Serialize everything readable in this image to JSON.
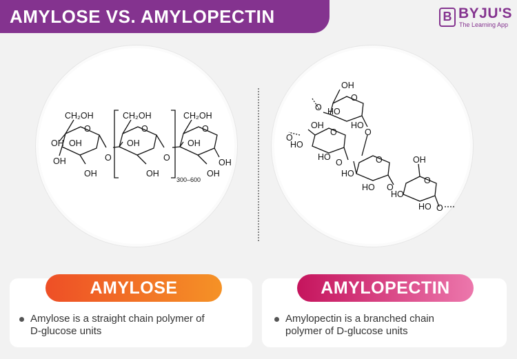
{
  "header": {
    "title": "AMYLOSE VS. AMYLOPECTIN"
  },
  "brand": {
    "mark": "B",
    "name": "BYJU'S",
    "tagline": "The Learning App"
  },
  "amylose": {
    "heading": "AMYLOSE",
    "description_line1": "Amylose is a straight chain polymer of",
    "description_line2": "D-glucose units",
    "labels": {
      "ch2oh": "CH₂OH",
      "oh": "OH",
      "o": "O",
      "repeat": "300–600"
    }
  },
  "amylopectin": {
    "heading": "AMYLOPECTIN",
    "description_line1": "Amylopectin is a branched chain",
    "description_line2": "polymer of D-glucose units",
    "labels": {
      "oh": "OH",
      "ho": "HO",
      "o": "O"
    }
  },
  "colors": {
    "title_bar": "#84338f",
    "amylose_pill": "#f07b26",
    "amylopectin_pill": "#d93a7f"
  }
}
